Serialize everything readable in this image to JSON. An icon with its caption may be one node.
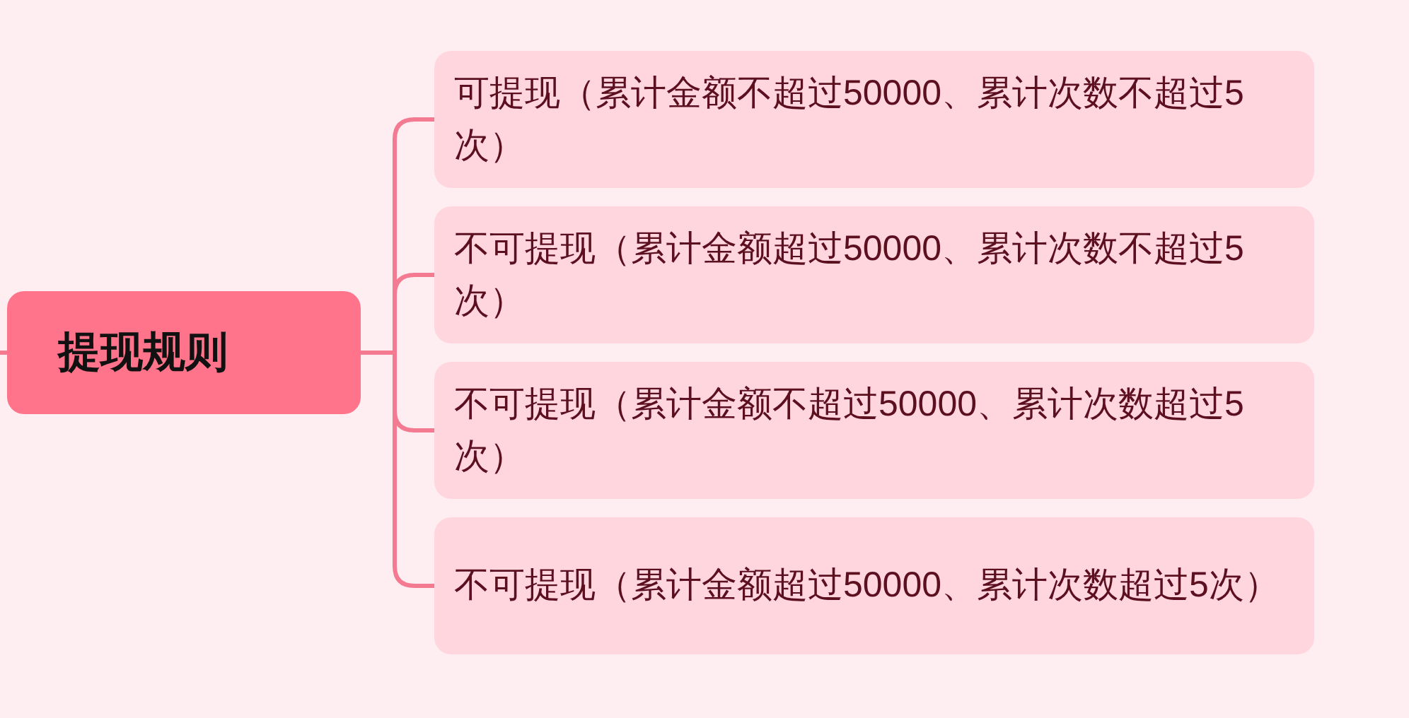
{
  "diagram": {
    "nodes": [
      {
        "text": [
          "提现规则"
        ]
      },
      {
        "text": [
          "可提现（累计金额不超过50000、累计次数不超过5次）"
        ]
      },
      {
        "text": [
          "不可提现（累计金额超过50000、累计次数不超过5次）"
        ]
      },
      {
        "text": [
          "不可提现（累计金额不超过50000、累计次数超过5次）"
        ]
      },
      {
        "text": [
          "不可提现（累计金额超过50000、累计次数超过5次）"
        ]
      }
    ],
    "edges": [
      {
        "from": null,
        "to": 0,
        "arrow": "none"
      },
      {
        "from": 0,
        "to": 1,
        "arrow": "none"
      },
      {
        "from": 0,
        "to": 2,
        "arrow": "none"
      },
      {
        "from": 0,
        "to": 3,
        "arrow": "none"
      },
      {
        "from": 0,
        "to": 4,
        "arrow": "none"
      }
    ]
  }
}
